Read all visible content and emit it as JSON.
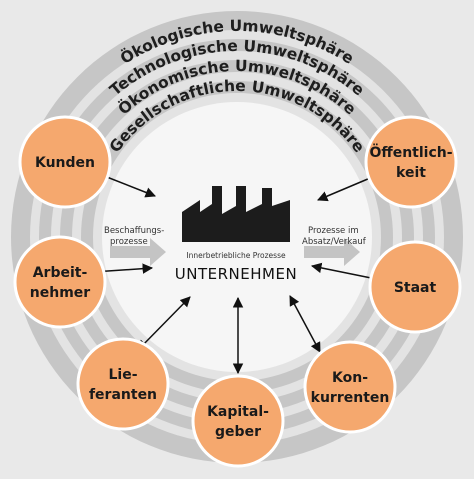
{
  "spheres": [
    {
      "label": "Ökologische Umweltsphäre"
    },
    {
      "label": "Technologische Umweltsphäre"
    },
    {
      "label": "Ökonomische Umweltsphäre"
    },
    {
      "label": "Gesellschaftliche Umweltsphäre"
    }
  ],
  "center": {
    "internal_processes": "Innerbetriebliche Prozesse",
    "title": "UNTERNEHMEN"
  },
  "processes": {
    "procurement": {
      "line1": "Beschaffungs-",
      "line2": "prozesse"
    },
    "sales": {
      "line1": "Prozesse im",
      "line2": "Absatz/Verkauf"
    }
  },
  "stakeholders": [
    {
      "id": "kunden",
      "lines": [
        "Kunden"
      ]
    },
    {
      "id": "oeffentlichkeit",
      "lines": [
        "Öffentlich-",
        "keit"
      ]
    },
    {
      "id": "arbeitnehmer",
      "lines": [
        "Arbeit-",
        "nehmer"
      ]
    },
    {
      "id": "staat",
      "lines": [
        "Staat"
      ]
    },
    {
      "id": "lieferanten",
      "lines": [
        "Lie-",
        "feranten"
      ]
    },
    {
      "id": "kapitalgeber",
      "lines": [
        "Kapital-",
        "geber"
      ]
    },
    {
      "id": "konkurrenten",
      "lines": [
        "Kon-",
        "kurrenten"
      ]
    }
  ],
  "colors": {
    "background": "#e9e9e9",
    "ring_dark": "#c6c6c6",
    "ring_light": "#e3e3e3",
    "inner_disk": "#f6f6f6",
    "node_fill": "#f5a86e",
    "node_stroke": "#ffffff",
    "arrow": "#111111",
    "factory": "#1c1c1c",
    "process_arrow": "#c4c4c4"
  }
}
